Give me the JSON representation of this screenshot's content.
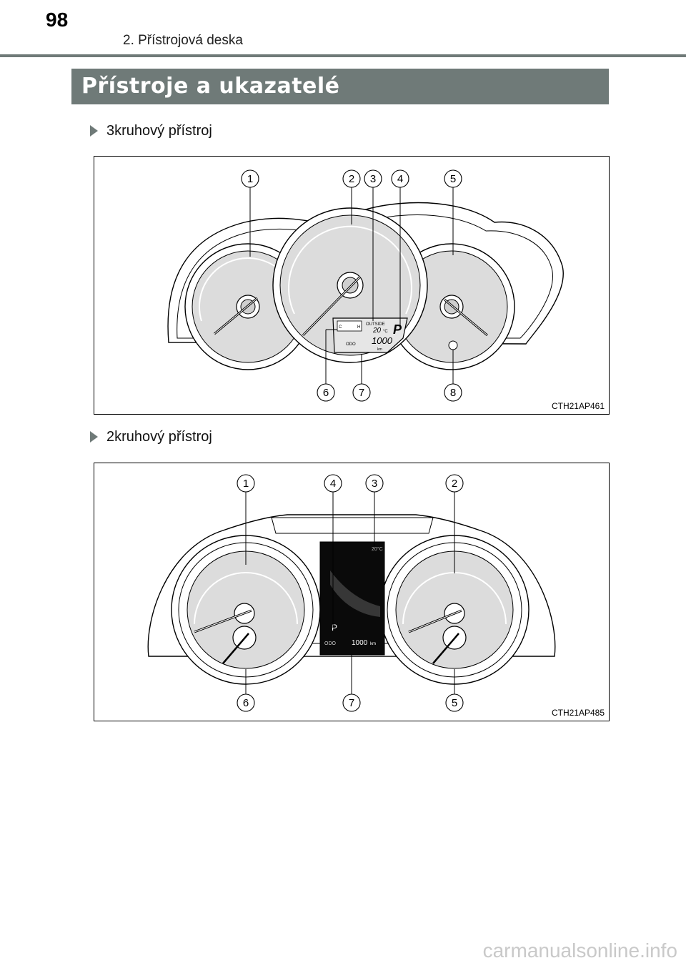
{
  "header": {
    "page_number": "98",
    "chapter": "2. Přístrojová deska"
  },
  "section": {
    "title": "Přístroje a ukazatelé"
  },
  "figures": [
    {
      "heading": "3kruhový přístroj",
      "code": "CTH21AP461",
      "callouts": [
        "1",
        "2",
        "3",
        "4",
        "5",
        "6",
        "7",
        "8"
      ],
      "display": {
        "temp_c": "C",
        "temp_h": "H",
        "outside_label": "OUTSIDE",
        "outside_temp": "20",
        "outside_unit": "°C",
        "gear": "P",
        "odo_label": "ODO",
        "odo_value": "1000",
        "odo_unit": "km"
      }
    },
    {
      "heading": "2kruhový přístroj",
      "code": "CTH21AP485",
      "callouts": [
        "1",
        "4",
        "3",
        "2",
        "6",
        "7",
        "5"
      ],
      "display": {
        "outside_temp": "20°C",
        "gear": "P",
        "odo_label": "ODO",
        "odo_value": "1000",
        "odo_unit": "km"
      }
    }
  ],
  "footer": {
    "watermark": "carmanualsonline.info"
  },
  "colors": {
    "accent": "#6f7a78",
    "gauge_fill": "#dcdcdc",
    "display_fill": "#0a0a0a"
  }
}
